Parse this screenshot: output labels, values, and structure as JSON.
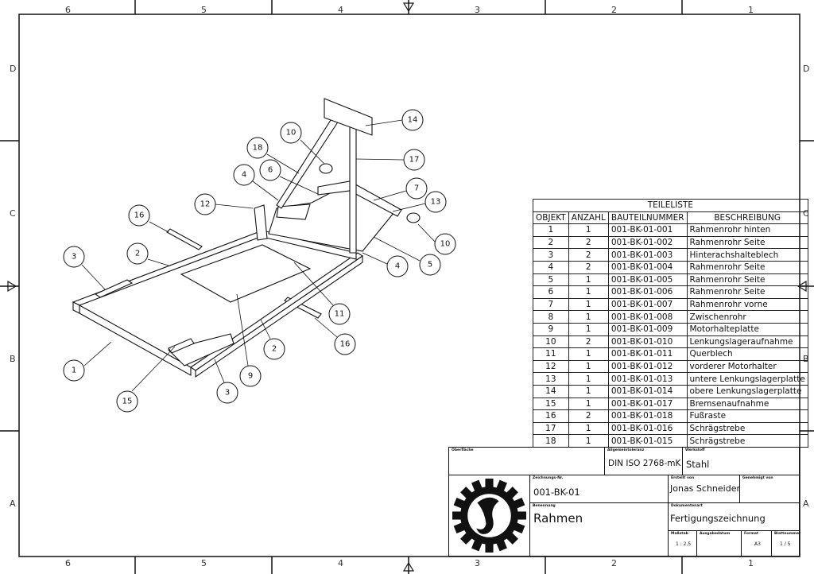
{
  "sheet": {
    "zones_top": [
      "6",
      "5",
      "4",
      "3",
      "2",
      "1"
    ],
    "zones_side": [
      "D",
      "C",
      "B",
      "A"
    ]
  },
  "parts_list": {
    "title": "TEILELISTE",
    "headers": [
      "OBJEKT",
      "ANZAHL",
      "BAUTEILNUMMER",
      "BESCHREIBUNG"
    ],
    "rows": [
      [
        "1",
        "1",
        "001-BK-01-001",
        "Rahmenrohr hinten"
      ],
      [
        "2",
        "2",
        "001-BK-01-002",
        "Rahmenrohr Seite"
      ],
      [
        "3",
        "2",
        "001-BK-01-003",
        "Hinterachshalteblech"
      ],
      [
        "4",
        "2",
        "001-BK-01-004",
        "Rahmenrohr Seite"
      ],
      [
        "5",
        "1",
        "001-BK-01-005",
        "Rahmenrohr Seite"
      ],
      [
        "6",
        "1",
        "001-BK-01-006",
        "Rahmenrohr Seite"
      ],
      [
        "7",
        "1",
        "001-BK-01-007",
        "Rahmenrohr vorne"
      ],
      [
        "8",
        "1",
        "001-BK-01-008",
        "Zwischenrohr"
      ],
      [
        "9",
        "1",
        "001-BK-01-009",
        "Motorhalteplatte"
      ],
      [
        "10",
        "2",
        "001-BK-01-010",
        "Lenkungslageraufnahme"
      ],
      [
        "11",
        "1",
        "001-BK-01-011",
        "Querblech"
      ],
      [
        "12",
        "1",
        "001-BK-01-012",
        "vorderer Motorhalter"
      ],
      [
        "13",
        "1",
        "001-BK-01-013",
        "untere Lenkungslagerplatte"
      ],
      [
        "14",
        "1",
        "001-BK-01-014",
        "obere Lenkungslagerplatte"
      ],
      [
        "15",
        "1",
        "001-BK-01-017",
        "Bremsenaufnahme"
      ],
      [
        "16",
        "2",
        "001-BK-01-018",
        "Fußraste"
      ],
      [
        "17",
        "1",
        "001-BK-01-016",
        "Schrägstrebe"
      ],
      [
        "18",
        "1",
        "001-BK-01-015",
        "Schrägstrebe"
      ]
    ]
  },
  "title_block": {
    "surface_label": "Oberfläche",
    "tolerance_label": "Allgemeintoleranz",
    "tolerance": "DIN ISO 2768-mK",
    "material_label": "Werkstoff",
    "material": "Stahl",
    "drawing_no_label": "Zeichnungs-Nr.",
    "drawing_no": "001-BK-01",
    "created_by_label": "Erstellt von",
    "created_by": "Jonas Schneider",
    "approved_by_label": "Genehmigt von",
    "name_label": "Benennung",
    "name": "Rahmen",
    "doc_type_label": "Dokumentenart",
    "doc_type": "Fertigungszeichnung",
    "scale_label": "Maßstab",
    "scale": "1 : 2,5",
    "issue_date_label": "Ausgabedatum",
    "format_label": "Format",
    "format": "A3",
    "sheet_label": "Blattnummer",
    "sheet": "1 / 5"
  },
  "balloons": [
    "14",
    "10",
    "18",
    "17",
    "4",
    "6",
    "7",
    "13",
    "12",
    "16",
    "10",
    "3",
    "2",
    "4",
    "5",
    "11",
    "16",
    "2",
    "1",
    "9",
    "3",
    "15"
  ]
}
